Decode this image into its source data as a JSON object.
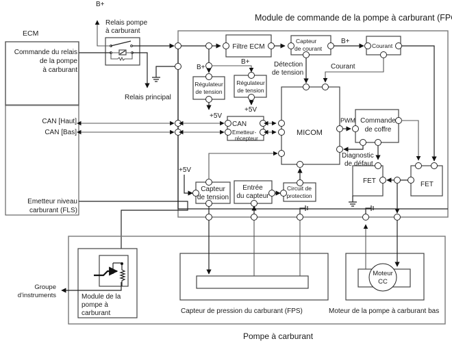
{
  "diagram": {
    "title": "Module de commande de la pompe à carburant (FPCM)",
    "ecm": {
      "label": "ECM",
      "pins": {
        "relay_cmd": [
          "Commande du relais",
          "de la pompe",
          "à carburant"
        ],
        "can_high": "CAN [Haut]",
        "can_low": "CAN [Bas]",
        "fls": [
          "Emetteur niveau",
          "carburant (FLS)"
        ]
      }
    },
    "relay": {
      "label": [
        "Relais pompe",
        "à carburant"
      ],
      "bplus": "B+",
      "main_relay": "Relais principal"
    },
    "fpcm": {
      "filter": "Filtre ECM",
      "current_sensor": [
        "Capteur",
        "de courant"
      ],
      "current_block": "Courant",
      "bplus_top": "B+",
      "bplus_left": "B+",
      "bplus_mid": "B+",
      "voltage_detect": [
        "Détection",
        "de tension"
      ],
      "current_label": "Courant",
      "regulator1": [
        "Régulateur",
        "de tension"
      ],
      "regulator2": [
        "Régulateur",
        "de tension"
      ],
      "plus5v_1": "+5V",
      "plus5v_2": "+5V",
      "plus5v_3": "+5V",
      "can_transceiver": [
        "CAN",
        "Emetteur-",
        "récepteur"
      ],
      "micom": "MICOM",
      "pwm": "PWM",
      "motor_cmd": [
        "Commande",
        "de coffre"
      ],
      "fault_diag": [
        "Diagnostic",
        "de défaut"
      ],
      "fet1": "FET",
      "fet2": "FET",
      "voltage_sensor": [
        "Capteur",
        "de tension"
      ],
      "sensor_input": [
        "Entrée",
        "du capteur"
      ],
      "protection": [
        "Circuit de",
        "protection"
      ]
    },
    "pump": {
      "title": "Pompe à carburant",
      "module": [
        "Module de la",
        "pompe à",
        "carburant"
      ],
      "instrument_cluster": [
        "Groupe",
        "d'instruments"
      ],
      "fps": "Capteur de pression du carburant (FPS)",
      "motor_title": "Moteur de la pompe à carburant bas",
      "motor": [
        "Moteur",
        "CC"
      ]
    }
  }
}
